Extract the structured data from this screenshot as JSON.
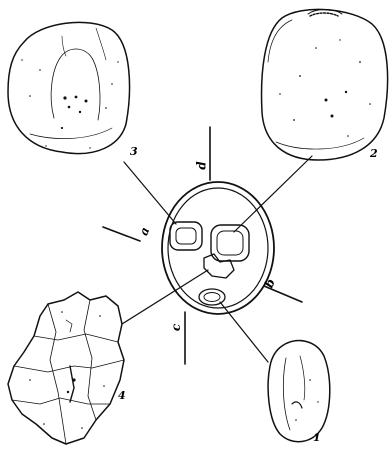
{
  "figure": {
    "stones": [
      {
        "id": "1",
        "label": "1"
      },
      {
        "id": "2",
        "label": "2"
      },
      {
        "id": "3",
        "label": "3"
      },
      {
        "id": "4",
        "label": "4"
      }
    ],
    "directions": [
      {
        "id": "a",
        "label": "a"
      },
      {
        "id": "b",
        "label": "b"
      },
      {
        "id": "c",
        "label": "c"
      },
      {
        "id": "d",
        "label": "d"
      }
    ],
    "ink_color": "#111111"
  }
}
